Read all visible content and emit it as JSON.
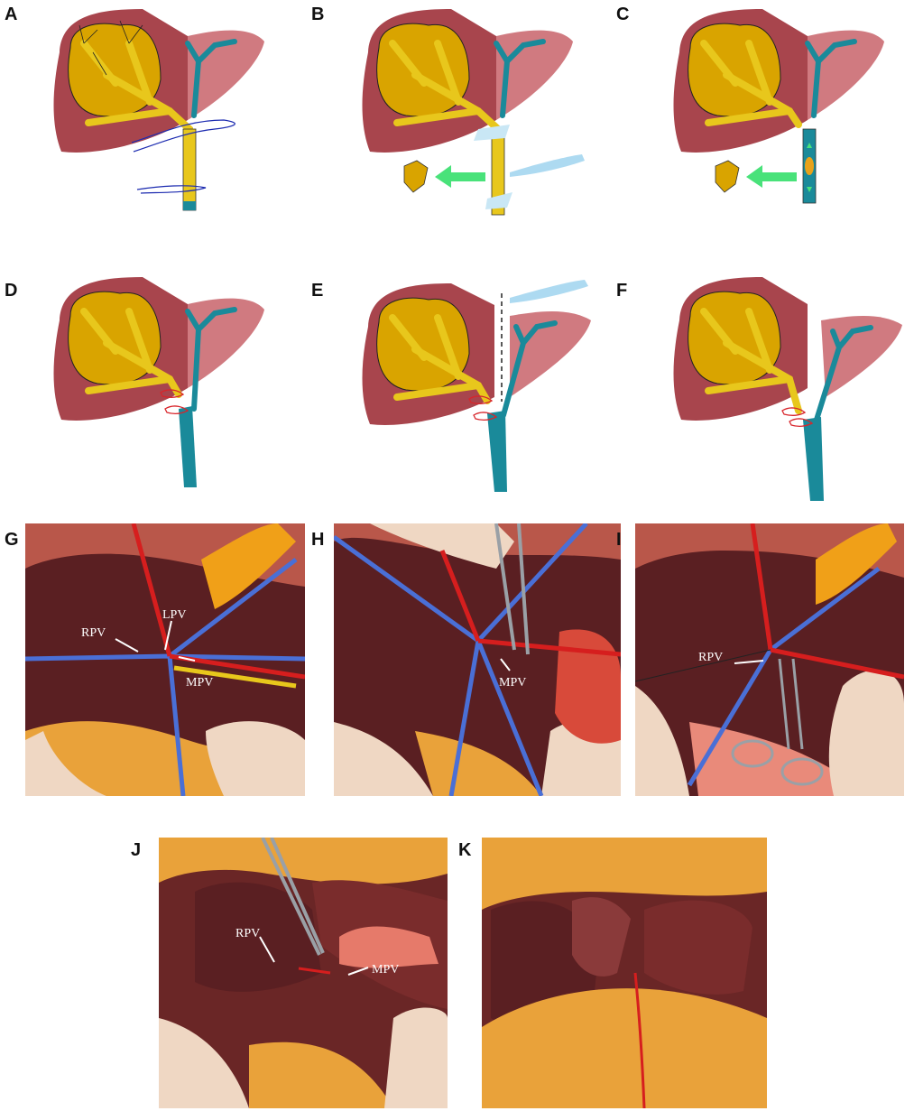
{
  "panels": {
    "a": {
      "label": "A"
    },
    "b": {
      "label": "B"
    },
    "c": {
      "label": "C"
    },
    "d": {
      "label": "D"
    },
    "e": {
      "label": "E"
    },
    "f": {
      "label": "F"
    },
    "g": {
      "label": "G",
      "annotations": {
        "rpv": "RPV",
        "lpv": "LPV",
        "mpv": "MPV"
      }
    },
    "h": {
      "label": "H",
      "annotations": {
        "mpv": "MPV"
      }
    },
    "i": {
      "label": "I",
      "annotations": {
        "rpv": "RPV"
      }
    },
    "j": {
      "label": "J",
      "annotations": {
        "rpv": "RPV",
        "mpv": "MPV"
      }
    },
    "k": {
      "label": "K"
    }
  },
  "colors": {
    "liver_dark": "#a8454d",
    "liver_light": "#d07a80",
    "lobe_yellow": "#d9a400",
    "duct_yellow": "#e8c71c",
    "vein_teal": "#1a8a9a",
    "suture_blue": "#1c2bb0",
    "suture_red": "#d8252b",
    "arrow_green": "#49e27a",
    "blade": "#9fd3ee",
    "tissue_dark": "#5a1f22",
    "tissue_fat": "#e9a23a",
    "glove": "#efd7c3",
    "tape_blue": "#4a6fd6",
    "vessel_red": "#d61e1e"
  }
}
